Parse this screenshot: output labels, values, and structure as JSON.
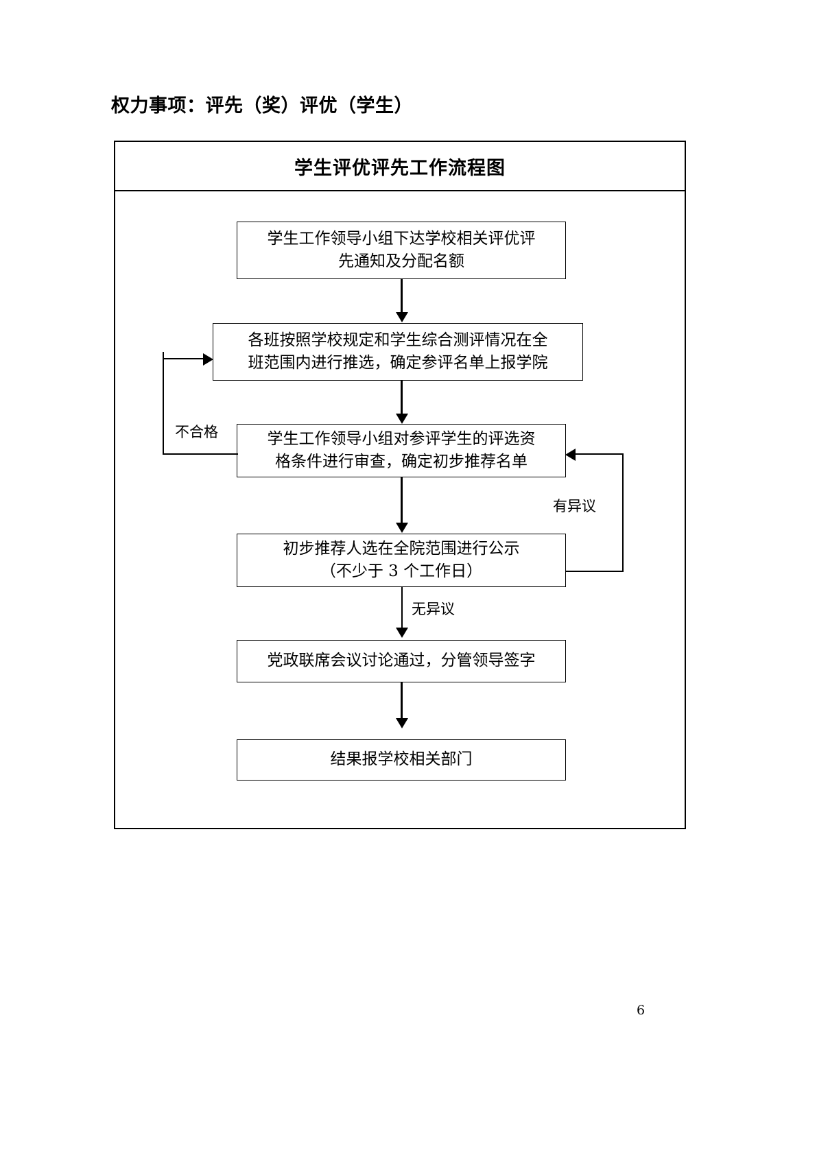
{
  "document": {
    "title": "权力事项：评先（奖）评优（学生）",
    "page_number": "6"
  },
  "flowchart": {
    "header": "学生评优评先工作流程图",
    "nodes": [
      {
        "id": "node-1",
        "line1": "学生工作领导小组下达学校相关评优评",
        "line2": "先通知及分配名额"
      },
      {
        "id": "node-2",
        "line1": "各班按照学校规定和学生综合测评情况在全",
        "line2": "班范围内进行推选，确定参评名单上报学院"
      },
      {
        "id": "node-3",
        "line1": "学生工作领导小组对参评学生的评选资",
        "line2": "格条件进行审查，确定初步推荐名单"
      },
      {
        "id": "node-4",
        "line1": "初步推荐人选在全院范围进行公示",
        "line2": "（不少于 3 个工作日）"
      },
      {
        "id": "node-5",
        "line1": "党政联席会议讨论通过，分管领导签字"
      },
      {
        "id": "node-6",
        "line1": "结果报学校相关部门"
      }
    ],
    "edge_labels": {
      "unqualified": "不合格",
      "objection": "有异议",
      "no_objection": "无异议"
    }
  }
}
